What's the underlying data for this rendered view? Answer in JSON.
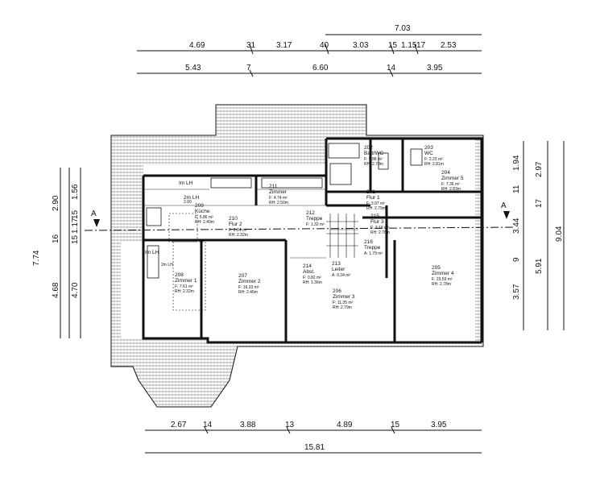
{
  "dimensions": {
    "top": {
      "row1": [
        "7.03"
      ],
      "row2": [
        "4.69",
        "31",
        "3.17",
        "40",
        "3.03",
        "15",
        "1.15",
        "17",
        "2.53"
      ],
      "row3": [
        "5.43",
        "7",
        "6.60",
        "14",
        "3.95"
      ]
    },
    "bottom": {
      "row1": [
        "2.67",
        "14",
        "3.88",
        "13",
        "4.89",
        "15",
        "3.95"
      ],
      "row2": [
        "15.81"
      ]
    },
    "left": {
      "col1": [
        "7.74"
      ],
      "col2": [
        "2.90",
        "16",
        "4.68"
      ],
      "col3": [
        "1.56",
        "15",
        "1.17",
        "15",
        "4.70"
      ]
    },
    "right": {
      "col1": [
        "1.94",
        "11",
        "3.44",
        "9",
        "3.57"
      ],
      "col2": [
        "2.97",
        "17",
        "5.91"
      ],
      "col3": [
        "9.04"
      ]
    }
  },
  "section_markers": {
    "left": "A",
    "right": "A"
  },
  "rooms": [
    {
      "id": "202",
      "name": "Bad/WC",
      "area": "F: 5.88 m²",
      "perimeter": "RH: 2.70m"
    },
    {
      "id": "203",
      "name": "WC",
      "area": "F: 2.23 m²",
      "perimeter": "RH: 2.81m"
    },
    {
      "id": "204",
      "name": "Zimmer 5",
      "area": "F: 7.36 m²",
      "perimeter": "RH: 2.83m"
    },
    {
      "id": "201",
      "name": "Flur 1",
      "area": "F: 3.97 m²",
      "perimeter": "RH: 2.79m"
    },
    {
      "id": "211",
      "name": "Zimmer",
      "area": "F: 4.74 m²",
      "perimeter": "RH: 2.50m"
    },
    {
      "id": "209",
      "name": "Küche",
      "area": "F: 5.86 m²",
      "perimeter": "RH: 2.40m"
    },
    {
      "id": "210",
      "name": "Flur 2",
      "area": "F: 2.04 m²",
      "perimeter": "RH: 2.32m"
    },
    {
      "id": "212",
      "name": "Treppe",
      "area": "F: 1.32 m²",
      "perimeter": ""
    },
    {
      "id": "215",
      "name": "Flur 3",
      "area": "F: 2.10 m²",
      "perimeter": "RH: 2.78m"
    },
    {
      "id": "216",
      "name": "Treppe",
      "area": "A: 1.79 m²",
      "perimeter": ""
    },
    {
      "id": "208",
      "name": "Zimmer 1",
      "area": "F: 7.61 m²",
      "perimeter": "RH: 2.32m"
    },
    {
      "id": "207",
      "name": "Zimmer 2",
      "area": "F: 16.33 m²",
      "perimeter": "RH: 2.46m"
    },
    {
      "id": "214",
      "name": "Abst.",
      "area": "F: 0.82 m²",
      "perimeter": "RH: 1.36m"
    },
    {
      "id": "213",
      "name": "Leiter",
      "area": "A: 0.34 m²",
      "perimeter": ""
    },
    {
      "id": "206",
      "name": "Zimmer 3",
      "area": "F: 11.35 m²",
      "perimeter": "RH: 2.79m"
    },
    {
      "id": "205",
      "name": "Zimmer 4",
      "area": "F: 23.59 m²",
      "perimeter": "RH: 2.78m"
    }
  ],
  "labels": {
    "im_lh_top": "Im LH",
    "im_lh_kitchen": "2m LH",
    "im_lh_left": "Im LH",
    "im_lh_room1": "2m LH",
    "kitchen_note": "2.00"
  }
}
